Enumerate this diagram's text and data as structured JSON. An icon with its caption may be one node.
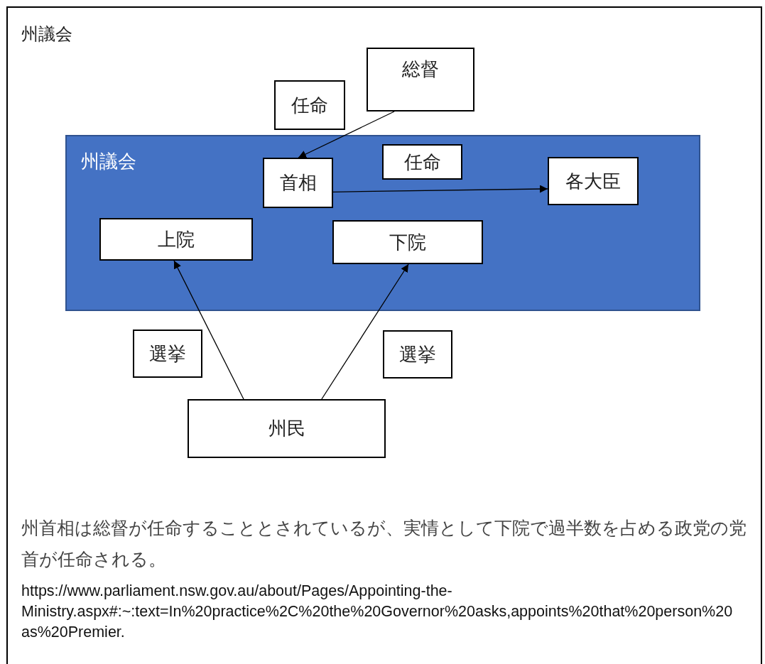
{
  "diagram": {
    "title": "州議会",
    "nodes": [
      {
        "text": [
          "総督"
        ]
      },
      {
        "text": [
          "任命"
        ]
      },
      {
        "text": [
          "州議会"
        ]
      },
      {
        "text": [
          "首相"
        ],
        "in": 2
      },
      {
        "text": [
          "任命"
        ],
        "in": 2
      },
      {
        "text": [
          "各大臣"
        ],
        "in": 2
      },
      {
        "text": [
          "上院"
        ],
        "in": 2
      },
      {
        "text": [
          "下院"
        ],
        "in": 2
      },
      {
        "text": [
          "選挙"
        ]
      },
      {
        "text": [
          "選挙"
        ]
      },
      {
        "text": [
          "州民"
        ]
      }
    ],
    "edges": [
      {
        "from": 0,
        "to": 3,
        "arrow": "to"
      },
      {
        "from": 3,
        "to": 5,
        "arrow": "to"
      },
      {
        "from": 10,
        "to": 6,
        "arrow": "to"
      },
      {
        "from": 10,
        "to": 7,
        "arrow": "to"
      }
    ],
    "caption": "州首相は総督が任命することとされているが、実情として下院で過半数を占める政党の党首が任命される。",
    "labels": [
      "https://www.parliament.nsw.gov.au/about/Pages/Appointing-the-Ministry.aspx#:~:text=In%20practice%2C%20the%20Governor%20asks,appoints%20that%20person%20as%20Premier."
    ]
  }
}
